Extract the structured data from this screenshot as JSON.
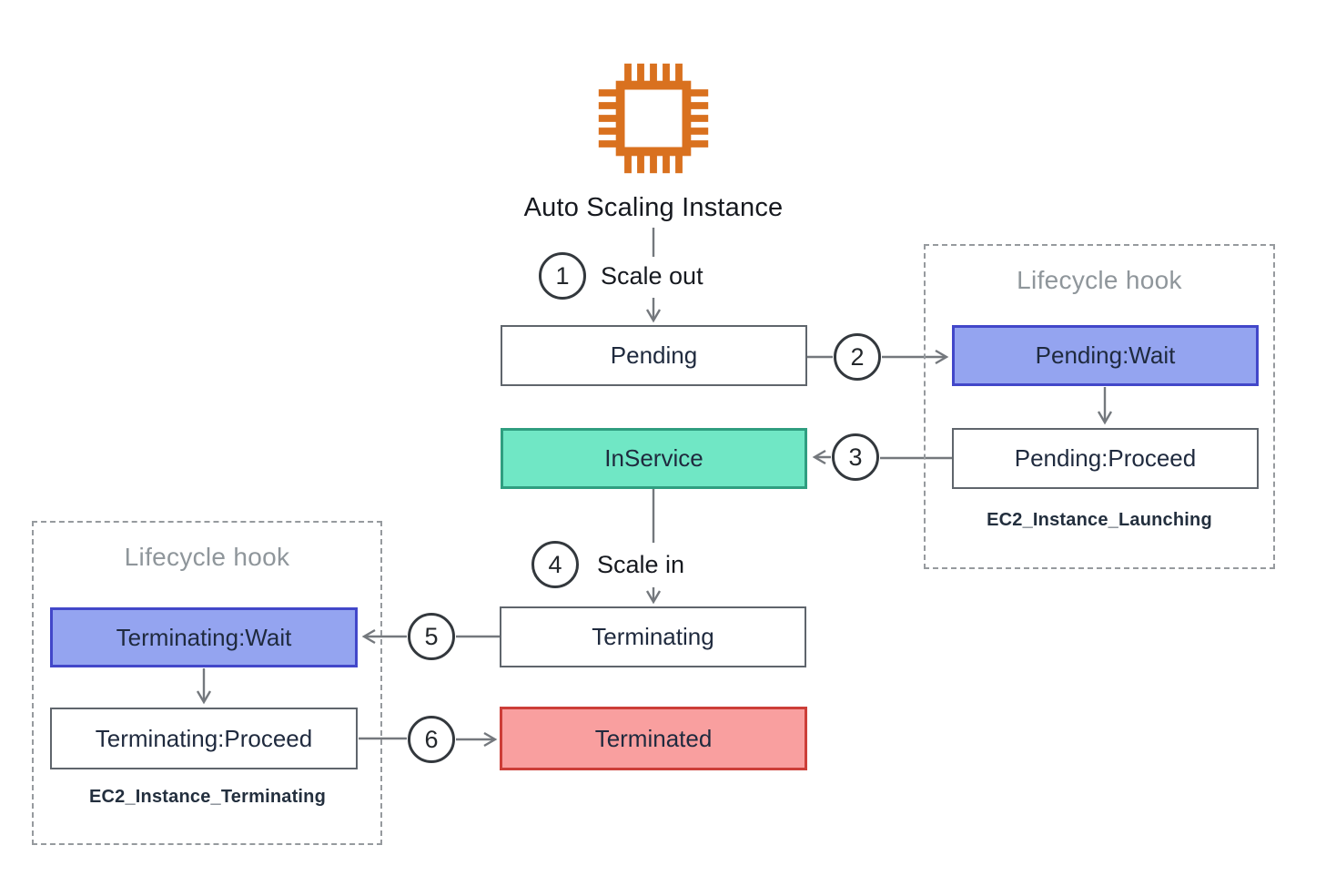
{
  "instance": {
    "label": "Auto Scaling Instance"
  },
  "steps": [
    {
      "num": "1",
      "label": "Scale out"
    },
    {
      "num": "2",
      "label": ""
    },
    {
      "num": "3",
      "label": ""
    },
    {
      "num": "4",
      "label": "Scale in"
    },
    {
      "num": "5",
      "label": ""
    },
    {
      "num": "6",
      "label": ""
    }
  ],
  "states": {
    "pending": "Pending",
    "pending_wait": "Pending:Wait",
    "pending_proceed": "Pending:Proceed",
    "in_service": "InService",
    "terminating": "Terminating",
    "terminating_wait": "Terminating:Wait",
    "terminating_proceed": "Terminating:Proceed",
    "terminated": "Terminated"
  },
  "hooks": {
    "launching": {
      "title": "Lifecycle hook",
      "event": "EC2_Instance_Launching"
    },
    "terminating": {
      "title": "Lifecycle hook",
      "event": "EC2_Instance_Terminating"
    }
  },
  "colors": {
    "instance_icon_orange": "#d9711f",
    "wait_fill": "#94a4f0",
    "wait_border": "#4247c9",
    "in_service_fill": "#70e7c5",
    "in_service_border": "#2f9e80",
    "terminated_fill": "#f99f9f",
    "terminated_border": "#cc3e38"
  }
}
